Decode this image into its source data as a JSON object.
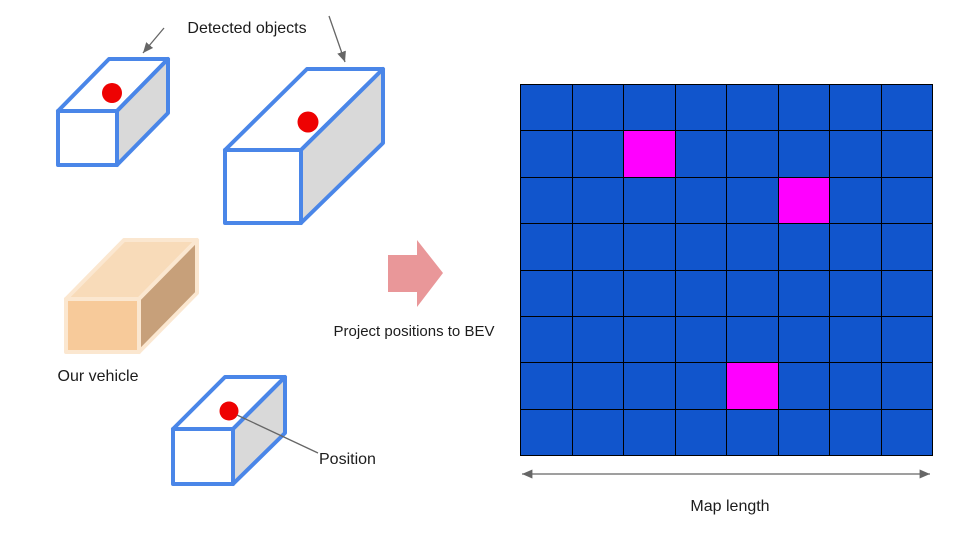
{
  "labels": {
    "detected_objects": "Detected objects",
    "our_vehicle": "Our vehicle",
    "position": "Position",
    "project_arrow": "Project positions to BEV",
    "map_length": "Map length"
  },
  "colors": {
    "text_color": "#1C1C1C",
    "box_stroke": "#4A86E8",
    "box_face": "#FFFFFF",
    "box_side": "#D9D9D9",
    "position_dot": "#EE0202",
    "vehicle_outline": "#FBE7D0",
    "vehicle_top": "#F8DBB9",
    "vehicle_front": "#F7CA9A",
    "vehicle_side": "#C7A07A",
    "project_arrow_fill": "#E99799",
    "annotation_line": "#666666",
    "grid_cell": "#1155CC",
    "grid_highlight": "#FF00FF",
    "grid_line": "#000000"
  },
  "grid": {
    "rows": 8,
    "cols": 8,
    "highlighted_cells": [
      {
        "row": 1,
        "col": 2
      },
      {
        "row": 2,
        "col": 5
      },
      {
        "row": 6,
        "col": 4
      }
    ]
  }
}
